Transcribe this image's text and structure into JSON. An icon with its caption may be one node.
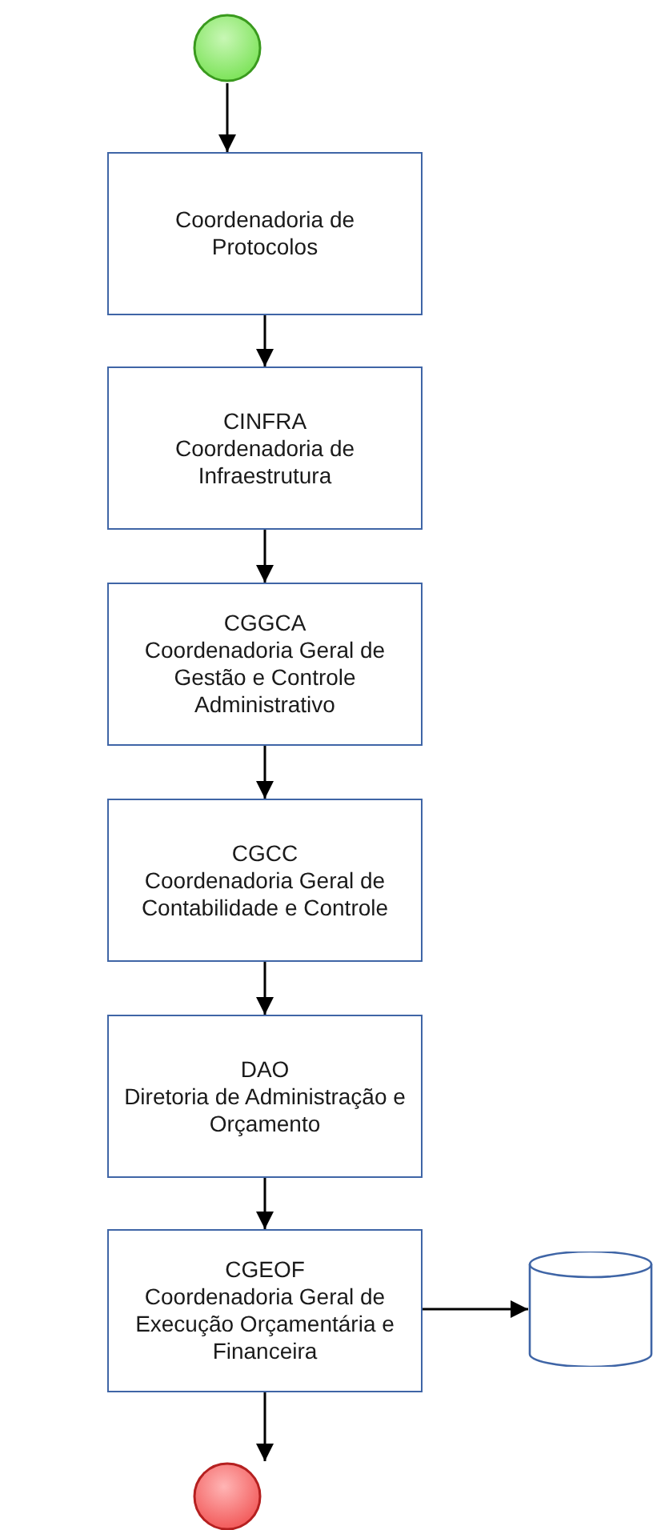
{
  "diagram": {
    "nodes": [
      {
        "text": [],
        "shape": "circle"
      },
      {
        "text": [
          "Coordenadoria de Protocolos"
        ]
      },
      {
        "text": [
          "CINFRA",
          "Coordenadoria de Infraestrutura"
        ]
      },
      {
        "text": [
          "CGGCA",
          "Coordenadoria Geral de Gestão e Controle Administrativo"
        ]
      },
      {
        "text": [
          "CGCC",
          "Coordenadoria Geral de Contabilidade e Controle"
        ]
      },
      {
        "text": [
          "DAO",
          "Diretoria de Administração e Orçamento"
        ]
      },
      {
        "text": [
          "CGEOF",
          "Coordenadoria Geral de Execução Orçamentária e Financeira"
        ]
      },
      {
        "text": [],
        "shape": "cylinder"
      },
      {
        "text": [],
        "shape": "circle"
      }
    ],
    "edges": [
      {
        "from": 0,
        "to": 1,
        "arrow": "to"
      },
      {
        "from": 1,
        "to": 2,
        "arrow": "to"
      },
      {
        "from": 2,
        "to": 3,
        "arrow": "to"
      },
      {
        "from": 3,
        "to": 4,
        "arrow": "to"
      },
      {
        "from": 4,
        "to": 5,
        "arrow": "to"
      },
      {
        "from": 5,
        "to": 6,
        "arrow": "to"
      },
      {
        "from": 6,
        "to": 7,
        "arrow": "to"
      },
      {
        "from": 6,
        "to": 8,
        "arrow": "to"
      }
    ]
  }
}
